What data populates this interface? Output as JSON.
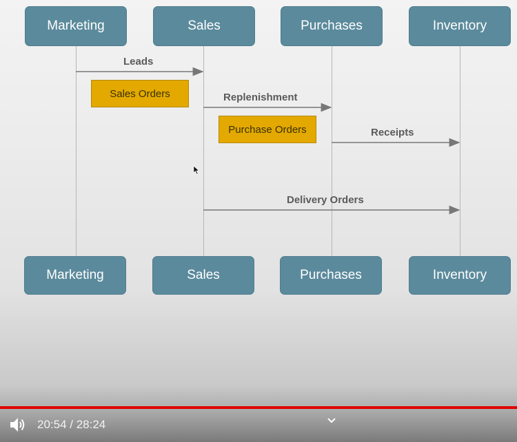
{
  "diagram": {
    "actors_top": [
      "Marketing",
      "Sales",
      "Purchases",
      "Inventory"
    ],
    "actors_bottom": [
      "Marketing",
      "Sales",
      "Purchases",
      "Inventory"
    ],
    "messages": {
      "leads": "Leads",
      "replenishment": "Replenishment",
      "receipts": "Receipts",
      "delivery_orders": "Delivery Orders"
    },
    "notes": {
      "sales_orders": "Sales Orders",
      "purchase_orders": "Purchase Orders"
    },
    "colors": {
      "actor_fill": "#5b8a9c",
      "note_fill": "#e3a900",
      "arrow": "#777777"
    }
  },
  "player": {
    "time_display": "20:54 / 28:24",
    "progress_color": "#e00000",
    "icons": [
      "volume-icon",
      "chevron-down-icon"
    ]
  }
}
